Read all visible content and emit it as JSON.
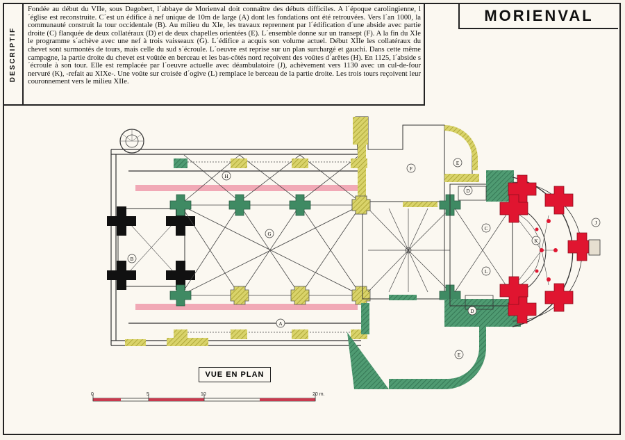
{
  "header": {
    "side_label": "DESCRIPTIF",
    "title": "MORIENVAL",
    "description": "Fondée au début du VIIe, sous Dagobert, l´abbaye de Morienval doit connaître des débuts difficiles. A l´époque carolingienne, l´église est reconstruite. C´est un édifice à nef unique de 10m de large (A) dont les fondations ont été retrouvées. Vers l´an 1000, la communauté construit la tour occidentale (B). Au milieu du XIe, les travaux reprennent par l´édification d´une abside avec partie droite (C) flanquée de deux collatéraux (D) et de deux chapelles orientées (E). L´ensemble donne sur un transept (F). A la fin du XIe le programme s´achève avec une nef à trois vaisseaux (G). L´édifice a acquis son volume actuel. Début XIIe les collatéraux du chevet sont surmontés de tours, mais celle du sud s´écroule. L´oeuvre est reprise sur un plan surchargé et gauchi. Dans cette même campagne, la partie droite du chevet est voûtée en berceau et les bas-côtés nord reçoivent des voûtes d´arêtes (H). En 1125, l´abside s´écroule à son tour. Elle est remplacée par l´oeuvre actuelle avec déambulatoire (J), achèvement vers 1130 avec un cul-de-four nervuré (K), -refait au XIXe-. Une voûte sur croisée d´ogive (L) remplace le berceau de la partie droite. Les trois tours reçoivent leur couronnement vers le milieu XIIe."
  },
  "plan": {
    "label": "VUE EN PLAN",
    "zone_letters": [
      "A",
      "B",
      "C",
      "D",
      "D",
      "E",
      "E",
      "F",
      "G",
      "H",
      "J",
      "K",
      "L"
    ],
    "colors": {
      "black_period": "#1a1a1a",
      "yellow_period": "#c9c24a",
      "green_period": "#3f8a63",
      "red_period": "#e01530",
      "pink_foundation": "#f1a9b6",
      "line": "#333333"
    }
  },
  "scale": {
    "ticks": [
      "0",
      "5",
      "10",
      "20 m."
    ]
  }
}
